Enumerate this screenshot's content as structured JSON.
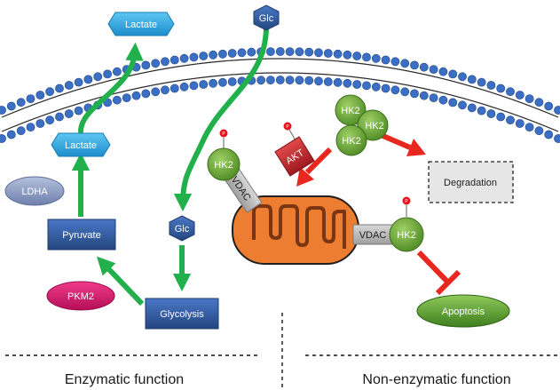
{
  "nodes": {
    "lactate_out": "Lactate",
    "glc_top": "Glc",
    "lactate_in": "Lactate",
    "ldha": "LDHA",
    "pyruvate": "Pyruvate",
    "pkm2": "PKM2",
    "glycolysis": "Glycolysis",
    "glc_mid": "Glc",
    "hk2_top": "HK2",
    "vdac_left": "VDAC",
    "akt": "AKT",
    "hk2_cluster": [
      "HK2",
      "HK2",
      "HK2"
    ],
    "degradation": "Degradation",
    "vdac_right": "VDAC",
    "hk2_right": "HK2",
    "apoptosis": "Apoptosis",
    "phospho": "P"
  },
  "sections": {
    "left": "Enzymatic function",
    "right": "Non-enzymatic function"
  },
  "colors": {
    "blue_node": "#2f5597",
    "light_blue": "#1f9bd6",
    "green_arrow": "#21b04b",
    "red_arrow": "#e8271f",
    "hk2_green": "#6fa83f",
    "mito_orange": "#ed7d31",
    "membrane_blue": "#3b6fc4",
    "pkm2_pink": "#d6156a",
    "akt_red": "#c0222a"
  }
}
